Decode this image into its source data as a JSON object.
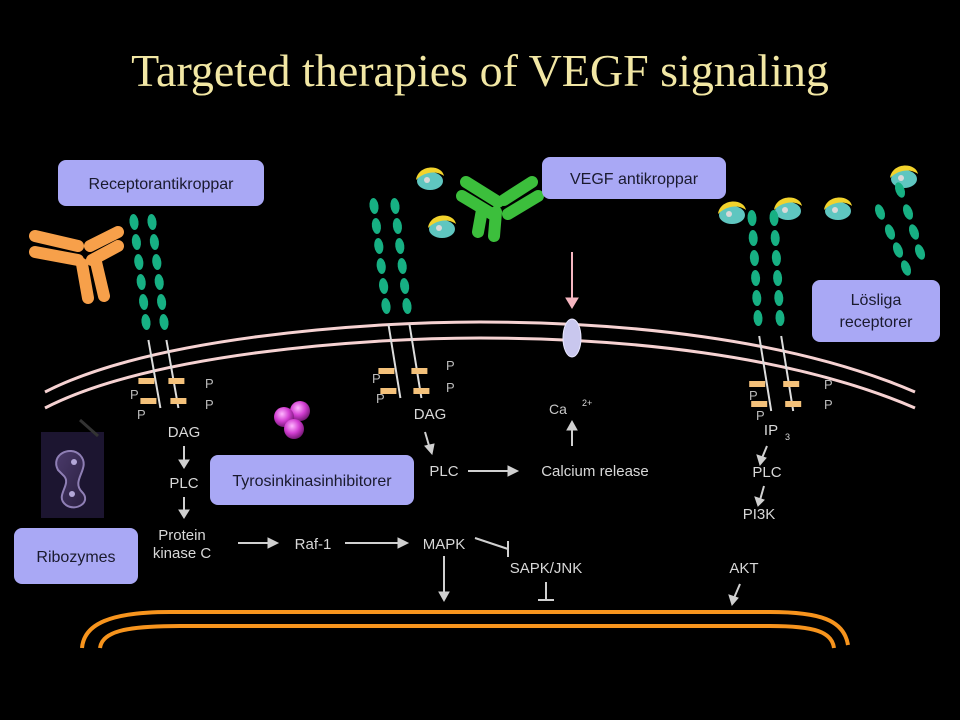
{
  "title": "Targeted therapies of VEGF signaling",
  "boxes": {
    "receptor_antibodies": "Receptorantikroppar",
    "vegf_antibodies": "VEGF antikroppar",
    "soluble_receptors_line1": "Lösliga",
    "soluble_receptors_line2": "receptorer",
    "tki": "Tyrosinkinasinhibitorer",
    "ribozymes": "Ribozymes"
  },
  "phospho": "P",
  "labels": {
    "dag_left": "DAG",
    "plc_left": "PLC",
    "pkc_line1": "Protein",
    "pkc_line2": "kinase C",
    "raf1": "Raf-1",
    "dag_mid": "DAG",
    "plc_mid": "PLC",
    "mapk": "MAPK",
    "ca": "Ca",
    "ca_sup": "2+",
    "calcium_release": "Calcium release",
    "sapk": "SAPK/JNK",
    "ip3": "IP",
    "ip3_sub": "3",
    "plc_right": "PLC",
    "pi3k": "PI3K",
    "akt": "AKT"
  },
  "colors": {
    "title": "#f2e7a4",
    "box_fill": "#a9a8f5",
    "receptor_green": "#17b083",
    "membrane": "#f6d2d2",
    "nucleus": "#f7941d",
    "phospho_tab": "#f4c17a",
    "antibody_orange": "#f7a04a",
    "antibody_green": "#3cbf3c",
    "vegf_yellow": "#f2d32c",
    "vegf_teal": "#5fc6c0",
    "inhibitor_magenta": "#d33fd3"
  }
}
